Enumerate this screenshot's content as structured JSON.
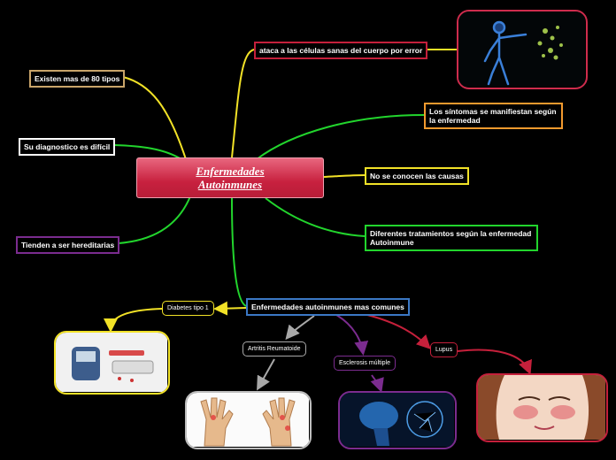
{
  "central": {
    "line1": "Enfermedades",
    "line2": "Autoinmunes"
  },
  "topics": {
    "tipos": "Existen mas de 80 tipos",
    "diagnostico": "Su diagnostico es difícil",
    "hereditarias": "Tienden a ser hereditarias",
    "ataca": "ataca a las células sanas del cuerpo por error",
    "sintomas": "Los síntomas se manifiestan según la enfermedad",
    "causas": "No se conocen las causas",
    "tratamientos": "Diferentes tratamientos según la enfermedad Autoinmune",
    "comunes": "Enfermedades autoinmunes mas comunes"
  },
  "diseases": {
    "diabetes": "Diabetes tipo 1",
    "artritis": "Artritis Reumatoide",
    "esclerosis": "Esclerosis múltiple",
    "lupus": "Lupus"
  },
  "colors": {
    "yellow": "#f2e227",
    "green": "#22d52d",
    "purple": "#7b2c8f",
    "gold": "#c9a56a",
    "orange": "#f29a2e",
    "blue": "#3b78c5",
    "gray": "#a8a8a8",
    "red": "#c5203b",
    "pink": "#cf2c4d"
  }
}
